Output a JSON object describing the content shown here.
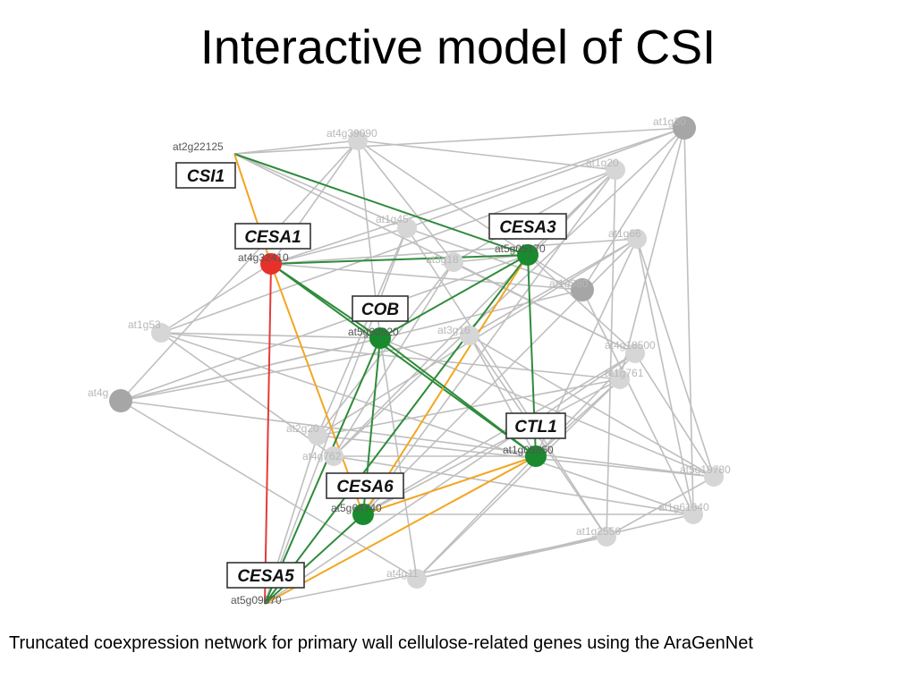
{
  "slide": {
    "title": "Interactive model of CSI",
    "caption": "Truncated coexpression network for primary wall cellulose-related genes using the AraGenNet"
  },
  "colors": {
    "edge_gray": "#bfbfbf",
    "edge_green": "#2e8b3a",
    "edge_orange": "#f2a620",
    "edge_red": "#e53a3a",
    "node_red": "#e8302a",
    "node_green": "#1a8a2e",
    "node_gray_dark": "#a6a6a6",
    "node_gray_light": "#d6d6d6"
  },
  "network": {
    "highlighted": [
      {
        "key": "CSI1",
        "label": "CSI1",
        "id": "at2g22125"
      },
      {
        "key": "CESA1",
        "label": "CESA1",
        "id": "at4g32410"
      },
      {
        "key": "CESA3",
        "label": "CESA3",
        "id": "at5g05170"
      },
      {
        "key": "COB",
        "label": "COB",
        "id": "at5g60920"
      },
      {
        "key": "CTL1",
        "label": "CTL1",
        "id": "at1g05850"
      },
      {
        "key": "CESA6",
        "label": "CESA6",
        "id": "at5g64740"
      },
      {
        "key": "CESA5",
        "label": "CESA5",
        "id": "at5g09870"
      }
    ],
    "background_ids": [
      "at4g39090",
      "at1g30",
      "at1g20",
      "at1g45",
      "at1g66",
      "at3g18",
      "at1g380",
      "at1g53",
      "at3g16",
      "at4g18500",
      "at1g761",
      "at4g",
      "at2g20",
      "at4g762",
      "at5g19780",
      "at1g61640",
      "at1g2550",
      "at4g11"
    ]
  }
}
